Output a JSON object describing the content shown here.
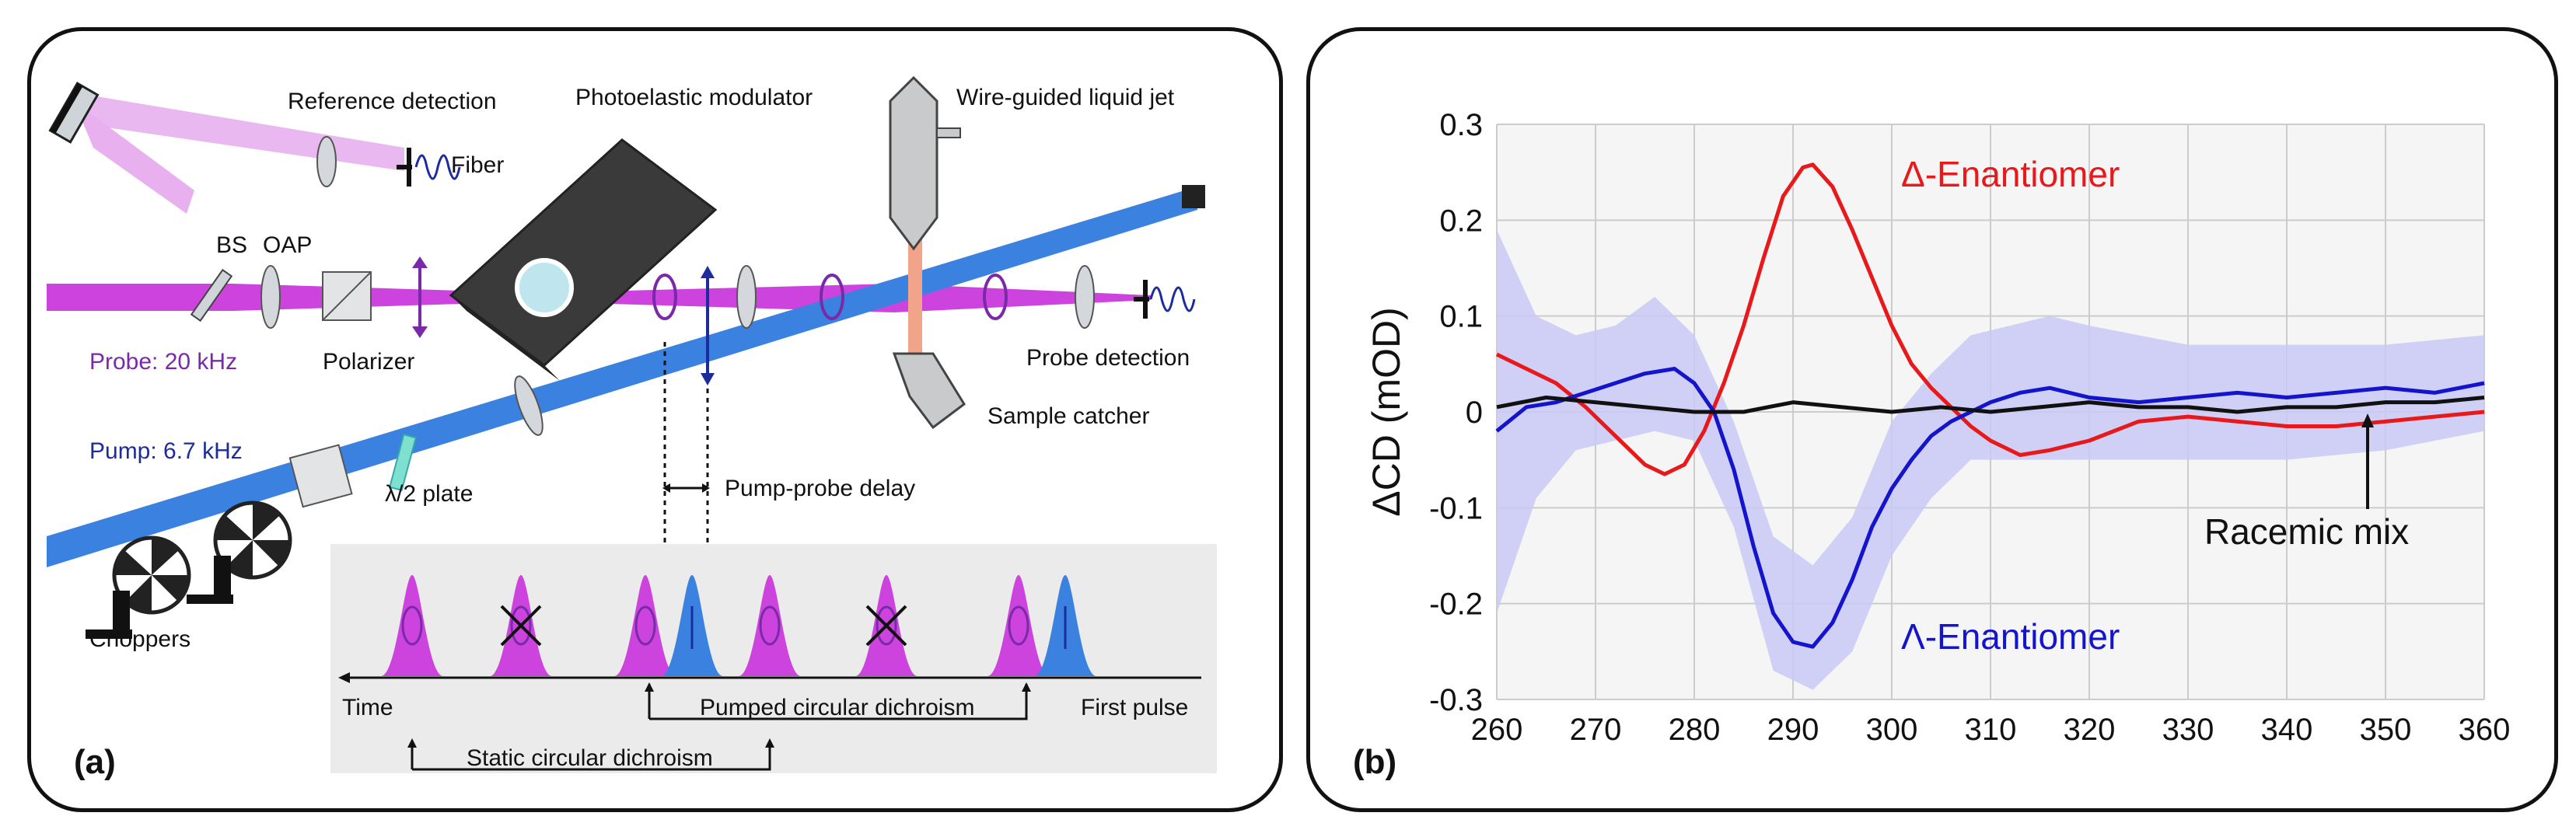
{
  "panel_a": {
    "tag": "(a)",
    "labels": {
      "reference_detection": "Reference detection",
      "fiber": "Fiber",
      "photoelastic_modulator": "Photoelastic modulator",
      "wire_guided_liquid_jet": "Wire-guided liquid jet",
      "bs": "BS",
      "oap": "OAP",
      "probe": "Probe: 20 kHz",
      "polarizer": "Polarizer",
      "probe_detection": "Probe detection",
      "sample_catcher": "Sample catcher",
      "pump": "Pump: 6.7 kHz",
      "half_wave_plate": "λ/2 plate",
      "pump_probe_delay": "Pump-probe delay",
      "choppers": "Choppers",
      "time": "Time",
      "first_pulse": "First pulse",
      "pumped_cd": "Pumped circular dichroism",
      "static_cd": "Static circular dichroism"
    },
    "colors": {
      "probe": "#cc44dd",
      "pump": "#3b82e0",
      "probe_light": "#e8b0ee"
    }
  },
  "panel_b": {
    "tag": "(b)",
    "chart_data": {
      "type": "line",
      "ylabel": "ΔCD (mOD)",
      "xlim": [
        260,
        360
      ],
      "ylim": [
        -0.3,
        0.3
      ],
      "x_ticks": [
        260,
        270,
        280,
        290,
        300,
        310,
        320,
        330,
        340,
        350,
        360
      ],
      "y_ticks": [
        0.3,
        0.2,
        0.1,
        0,
        -0.1,
        -0.2,
        -0.3
      ],
      "y_tick_labels": [
        "0.3",
        "0.2",
        "0.1",
        "0",
        "-0.1",
        "-0.2",
        "-0.3"
      ],
      "grid": true,
      "series": [
        {
          "name": "Δ-Enantiomer",
          "color": "#e8191b",
          "x": [
            260,
            263,
            266,
            269,
            272,
            275,
            277,
            279,
            281,
            283,
            285,
            287,
            289,
            291,
            292,
            294,
            296,
            298,
            300,
            302,
            304,
            306,
            308,
            310,
            313,
            316,
            320,
            325,
            330,
            335,
            340,
            345,
            350,
            355,
            360
          ],
          "y": [
            0.06,
            0.045,
            0.03,
            0.005,
            -0.025,
            -0.055,
            -0.065,
            -0.055,
            -0.02,
            0.03,
            0.09,
            0.16,
            0.225,
            0.255,
            0.258,
            0.235,
            0.19,
            0.14,
            0.09,
            0.05,
            0.025,
            0.005,
            -0.015,
            -0.03,
            -0.045,
            -0.04,
            -0.03,
            -0.01,
            -0.005,
            -0.01,
            -0.015,
            -0.015,
            -0.01,
            -0.005,
            0.0
          ]
        },
        {
          "name": "Λ-Enantiomer",
          "color": "#1414cc",
          "x": [
            260,
            263,
            266,
            269,
            272,
            275,
            278,
            280,
            282,
            284,
            286,
            288,
            290,
            292,
            294,
            296,
            298,
            300,
            302,
            304,
            306,
            308,
            310,
            313,
            316,
            320,
            325,
            330,
            335,
            340,
            345,
            350,
            355,
            360
          ],
          "y": [
            -0.02,
            0.005,
            0.01,
            0.02,
            0.03,
            0.04,
            0.045,
            0.03,
            0.0,
            -0.06,
            -0.14,
            -0.21,
            -0.24,
            -0.245,
            -0.22,
            -0.175,
            -0.12,
            -0.08,
            -0.05,
            -0.025,
            -0.01,
            0.0,
            0.01,
            0.02,
            0.025,
            0.015,
            0.01,
            0.015,
            0.02,
            0.015,
            0.02,
            0.025,
            0.02,
            0.03
          ]
        },
        {
          "name": "Racemic mix",
          "color": "#111111",
          "x": [
            260,
            265,
            270,
            275,
            280,
            285,
            290,
            295,
            300,
            305,
            310,
            315,
            320,
            325,
            330,
            335,
            340,
            345,
            350,
            355,
            360
          ],
          "y": [
            0.005,
            0.015,
            0.01,
            0.005,
            0.0,
            0.0,
            0.01,
            0.005,
            0.0,
            0.005,
            0.0,
            0.005,
            0.01,
            0.005,
            0.005,
            0.0,
            0.005,
            0.005,
            0.01,
            0.01,
            0.015
          ]
        }
      ],
      "uncertainty_band": {
        "color": "#c9c9f6",
        "x": [
          260,
          264,
          268,
          272,
          276,
          280,
          284,
          288,
          292,
          296,
          300,
          304,
          308,
          312,
          316,
          320,
          330,
          340,
          350,
          360
        ],
        "upper": [
          0.19,
          0.1,
          0.08,
          0.09,
          0.12,
          0.08,
          -0.01,
          -0.13,
          -0.16,
          -0.11,
          -0.01,
          0.04,
          0.08,
          0.09,
          0.1,
          0.09,
          0.07,
          0.07,
          0.07,
          0.08
        ],
        "lower": [
          -0.21,
          -0.09,
          -0.04,
          -0.03,
          -0.02,
          -0.03,
          -0.12,
          -0.27,
          -0.29,
          -0.25,
          -0.15,
          -0.09,
          -0.05,
          -0.05,
          -0.05,
          -0.05,
          -0.05,
          -0.05,
          -0.04,
          -0.02
        ]
      },
      "annotations": {
        "delta_label": "Δ-Enantiomer",
        "lambda_label": "Λ-Enantiomer",
        "racemic_label": "Racemic mix"
      }
    }
  }
}
